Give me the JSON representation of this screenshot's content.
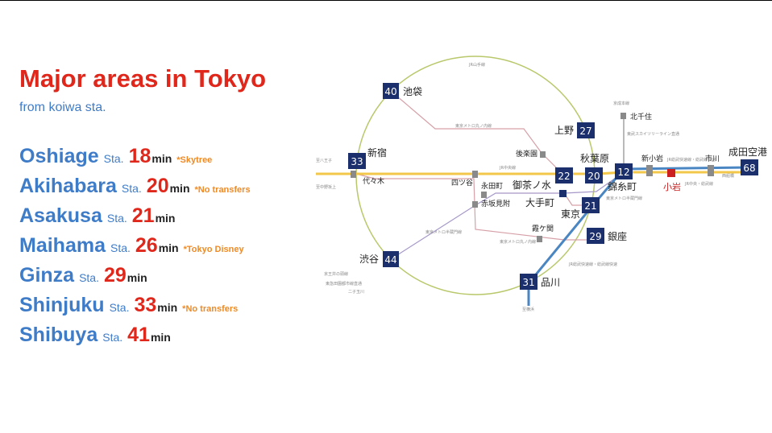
{
  "colors": {
    "title_red": "#e0271b",
    "text_blue": "#3f7cc8",
    "note_orange": "#f08a24",
    "yamanote_green": "#b8c86a",
    "chuo_yellow": "#f3c74a",
    "sobu_blue": "#4a86c2",
    "metro_red": "#d6a0a8",
    "metro_purple": "#a698c8",
    "badge_navy": "#1a2f6b",
    "station_grey": "#8a8a8a",
    "koiwa_red": "#cc1f1f"
  },
  "heading": {
    "title": "Major areas in Tokyo",
    "subtitle": "from koiwa sta."
  },
  "destinations": [
    {
      "name": "Oshiage",
      "sta": "Sta.",
      "minutes": "18",
      "unit": "min",
      "note": "*Skytree"
    },
    {
      "name": "Akihabara",
      "sta": "Sta.",
      "minutes": "20",
      "unit": "min",
      "note": "*No transfers"
    },
    {
      "name": "Asakusa",
      "sta": "Sta.",
      "minutes": "21",
      "unit": "min",
      "note": ""
    },
    {
      "name": "Maihama",
      "sta": "Sta.",
      "minutes": "26",
      "unit": "min",
      "note": "*Tokyo Disney"
    },
    {
      "name": "Ginza",
      "sta": "Sta.",
      "minutes": "29",
      "unit": "min",
      "note": ""
    },
    {
      "name": "Shinjuku",
      "sta": "Sta.",
      "minutes": "33",
      "unit": "min",
      "note": "*No transfers"
    },
    {
      "name": "Shibuya",
      "sta": "Sta.",
      "minutes": "41",
      "unit": "min",
      "note": ""
    }
  ],
  "map": {
    "stations": {
      "ikebukuro": {
        "label": "池袋",
        "badge": "40"
      },
      "ueno": {
        "label": "上野",
        "badge": "27"
      },
      "shinjuku": {
        "label": "新宿",
        "badge": "33"
      },
      "akihabara": {
        "label": "秋葉原",
        "badge": "20"
      },
      "ochanomizu": {
        "label": "御茶ノ水",
        "badge": "22"
      },
      "kinshicho": {
        "label": "錦糸町",
        "badge": "12"
      },
      "narita": {
        "label": "成田空港",
        "badge": "68"
      },
      "tokyo": {
        "label": "東京",
        "badge": "21"
      },
      "ginza": {
        "label": "銀座",
        "badge": "29"
      },
      "shibuya": {
        "label": "渋谷",
        "badge": "44"
      },
      "shinagawa": {
        "label": "品川",
        "badge": "31"
      },
      "otemachi": {
        "label": "大手町"
      },
      "koiwa": {
        "label": "小岩"
      },
      "shinkoiwa": {
        "label": "新小岩"
      },
      "ichikawa": {
        "label": "市川"
      },
      "kitasenju": {
        "label": "北千住"
      },
      "yoyogi": {
        "label": "代々木"
      },
      "yotsuya": {
        "label": "四ツ谷"
      },
      "nagatacho": {
        "label": "永田町"
      },
      "akasakamitsuke": {
        "label": "赤坂見附"
      },
      "korakuen": {
        "label": "後楽園"
      },
      "kasumigaseki": {
        "label": "霞ケ関"
      }
    },
    "line_labels": {
      "yamanote": "JR山手線",
      "marunouchi_north": "東京メトロ丸ノ内線",
      "chuo": "JR中央線",
      "marunouchi_south": "東京メトロ丸ノ内線",
      "hanzomon_west": "東京メトロ半蔵門線",
      "hanzomon_east": "東京メトロ半蔵門線",
      "sobu_rapid": "JR総武快速線・総武線快速",
      "sobu_local": "JR中央・総武線",
      "sobu_right": "JR中央・総武線",
      "sobu_rapid_right": "JR総武快速線・総武線快速",
      "skytree_line": "東武スカイツリーライン直通",
      "keisei": "京成本線",
      "nishifunabashi": "西船橋",
      "keio": "京王井の頭線",
      "den_en": "東急田園都市線直通",
      "futakotamagawa": "二子玉川",
      "to_hachioji": "至八王子",
      "to_nakano": "至中野坂上",
      "to_yokohama": "至横浜"
    }
  }
}
